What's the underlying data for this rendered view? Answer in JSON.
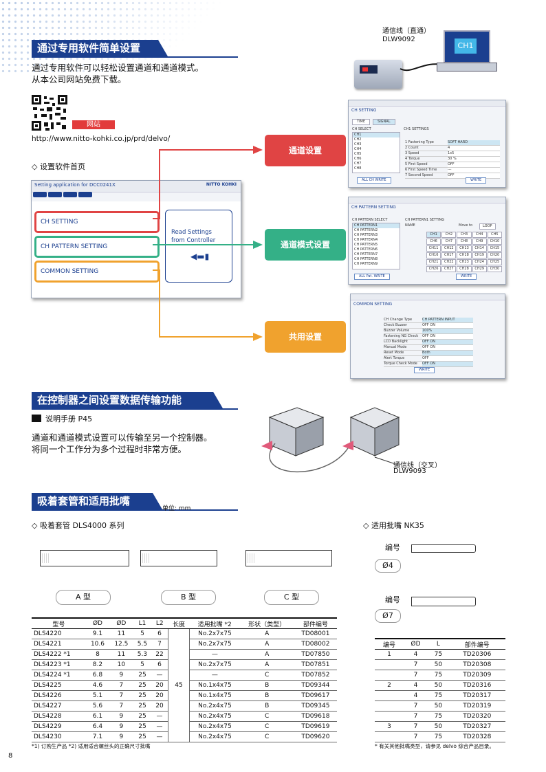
{
  "sec1": {
    "title": "通过专用软件简单设置",
    "line1": "通过专用软件可以轻松设置通道和通道模式。",
    "line2": "从本公司网站免费下载。",
    "website_label": "网站",
    "url": "http://www.nitto-kohki.co.jp/prd/delvo/",
    "home_caption": "◇ 设置软件首页",
    "cable_label": "通信线（直通）",
    "cable_code": "DLW9092",
    "ch1": "CH1",
    "app": {
      "title": "Setting application for DCC0241X",
      "logo": "NITTO KOHKI",
      "btn1": "CH SETTING",
      "btn2": "CH PATTERN SETTING",
      "btn3": "COMMON SETTING",
      "read": "Read Settings from Controller"
    },
    "tags": [
      "通道设置",
      "通道模式设置",
      "共用设置"
    ],
    "win1": {
      "title": "CH SETTING",
      "tab1": "TIME",
      "tab2": "SIGNAL",
      "left": "CH SELECT",
      "right": "CH1 SETTINGS",
      "rows": [
        "1 Fastening Type",
        "2 Count",
        "3 Speed",
        "4 Torque",
        "5 First Speed",
        "6 First Speed Time",
        "7 Second Speed"
      ],
      "vals": [
        "SOFT   HARD",
        "4",
        "1x5",
        "30 %",
        "OFF",
        "---",
        "OFF"
      ],
      "chs": [
        "CH1",
        "CH2",
        "CH3",
        "CH4",
        "CH5",
        "CH6",
        "CH7",
        "CH8"
      ],
      "write": "WRITE",
      "allwrite": "ALL CH WRITE"
    },
    "win2": {
      "title": "CH PATTERN SETTING",
      "left": "CH PATTERN SELECT",
      "right": "CH PATTERN1 SETTING",
      "name": "NAME",
      "move": "Move to",
      "loop": "LOOP",
      "pats": [
        "CH PATTERN1",
        "CH PATTERN2",
        "CH PATTERN3",
        "CH PATTERN4",
        "CH PATTERN5",
        "CH PATTERN6",
        "CH PATTERN7",
        "CH PATTERN8",
        "CH PATTERN9"
      ],
      "grid": [
        "CH1",
        "CH2",
        "CH3",
        "CH4",
        "CH5",
        "CH6",
        "CH7",
        "CH8",
        "CH9",
        "CH10",
        "CH11",
        "CH12",
        "CH13",
        "CH14",
        "CH15",
        "CH16",
        "CH17",
        "CH18",
        "CH19",
        "CH20",
        "CH21",
        "CH22",
        "CH23",
        "CH24",
        "CH25",
        "CH26",
        "CH27",
        "CH28",
        "CH29",
        "CH30"
      ],
      "write": "WRITE",
      "allwrite": "ALL Pat. WRITE"
    },
    "win3": {
      "title": "COMMON SETTING",
      "rows": [
        "CH Change Type",
        "Check Buzzer",
        "Buzzer Volume",
        "Fastening NG Check",
        "LCD Backlight",
        "Manual Mode",
        "Reset Mode",
        "Alert Torque",
        "Torque Check Mode"
      ],
      "vals": [
        "CH PATTERN   INPUT",
        "OFF   ON",
        "100%",
        "OFF   ON",
        "OFF   ON",
        "OFF   ON",
        "Both",
        "OFF",
        "OFF   ON"
      ],
      "write": "WRITE"
    }
  },
  "sec2": {
    "title": "在控制器之间设置数据传输功能",
    "manual": "说明手册 P45",
    "line1": "通道和通道模式设置可以传输至另一个控制器。",
    "line2": "将同一个工作分为多个过程时非常方便。",
    "cable_label": "通信线（交叉）",
    "cable_code": "DLW9093"
  },
  "sec3": {
    "title": "吸着套管和适用批嘴",
    "unit": "单位: mm",
    "sub1": "◇ 吸着套管 DLS4000 系列",
    "sub2": "◇ 适用批嘴 NK35",
    "types": [
      "A 型",
      "B 型",
      "C 型"
    ],
    "headers": [
      "型号",
      "ØD",
      "ØD",
      "L1",
      "L2",
      "长度",
      "适用批嘴 *2",
      "形状（类型）",
      "部件编号"
    ],
    "rows": [
      [
        "DLS4220",
        "9.1",
        "11",
        "5",
        "6",
        "No.2x7x75",
        "A",
        "TD08001"
      ],
      [
        "DLS4221",
        "10.6",
        "12.5",
        "5.5",
        "7",
        "No.2x7x75",
        "A",
        "TD08002"
      ],
      [
        "DLS4222 *1",
        "8",
        "11",
        "5.3",
        "22",
        "—",
        "A",
        "TD07850"
      ],
      [
        "DLS4223 *1",
        "8.2",
        "10",
        "5",
        "6",
        "No.2x7x75",
        "A",
        "TD07851"
      ],
      [
        "DLS4224 *1",
        "6.8",
        "9",
        "25",
        "—",
        "—",
        "C",
        "TD07852"
      ],
      [
        "DLS4225",
        "4.6",
        "7",
        "25",
        "20",
        "No.1x4x75",
        "B",
        "TD09344"
      ],
      [
        "DLS4226",
        "5.1",
        "7",
        "25",
        "20",
        "No.1x4x75",
        "B",
        "TD09617"
      ],
      [
        "DLS4227",
        "5.6",
        "7",
        "25",
        "20",
        "No.2x4x75",
        "B",
        "TD09345"
      ],
      [
        "DLS4228",
        "6.1",
        "9",
        "25",
        "—",
        "No.2x4x75",
        "C",
        "TD09618"
      ],
      [
        "DLS4229",
        "6.4",
        "9",
        "25",
        "—",
        "No.2x4x75",
        "C",
        "TD09619"
      ],
      [
        "DLS4230",
        "7.1",
        "9",
        "25",
        "—",
        "No.2x4x75",
        "C",
        "TD09620"
      ]
    ],
    "length": "45",
    "note1": "*1) 订购生产品   *2) 适用适合螺丝头的正确尺寸批嘴",
    "bit_label": "编号",
    "bit_d1": "Ø4",
    "bit_d2": "Ø7",
    "bheaders": [
      "编号",
      "ØD",
      "L",
      "部件编号"
    ],
    "brows": [
      [
        "1",
        "4",
        "75",
        "TD20306"
      ],
      [
        "",
        "7",
        "50",
        "TD20308"
      ],
      [
        "",
        "7",
        "75",
        "TD20309"
      ],
      [
        "2",
        "4",
        "50",
        "TD20316"
      ],
      [
        "",
        "4",
        "75",
        "TD20317"
      ],
      [
        "",
        "7",
        "50",
        "TD20319"
      ],
      [
        "",
        "7",
        "75",
        "TD20320"
      ],
      [
        "3",
        "7",
        "50",
        "TD20327"
      ],
      [
        "",
        "7",
        "75",
        "TD20328"
      ]
    ],
    "note2": "* 有关其他批嘴类型，请参见 delvo 综合产品目录。"
  },
  "page_no": "8"
}
